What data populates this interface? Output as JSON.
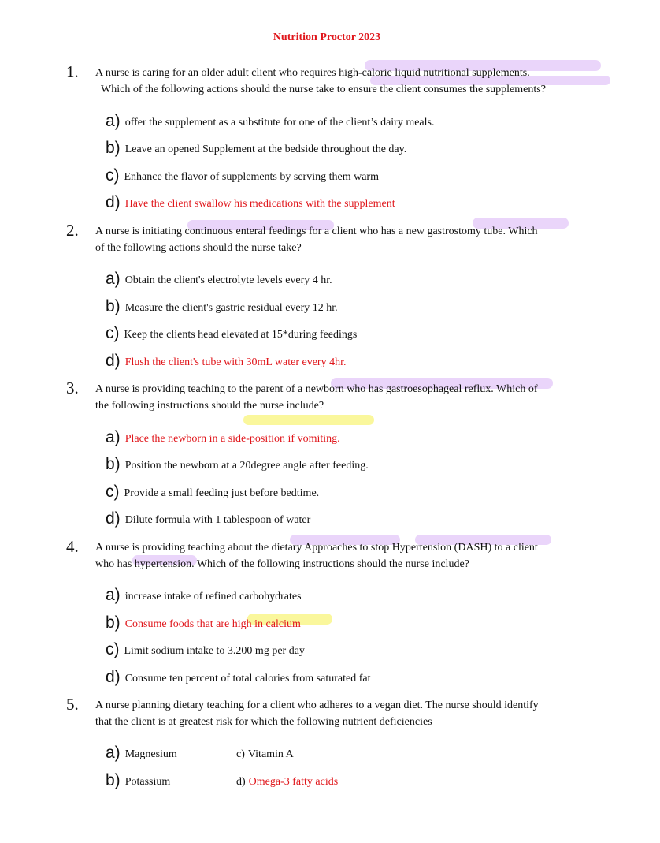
{
  "document": {
    "title": "Nutrition Proctor 2023",
    "accent_color": "#e0161b",
    "highlight_colors": {
      "purple": "#d9b3f5",
      "yellow": "#f5f04a"
    }
  },
  "questions": [
    {
      "number": "1.",
      "line1": "A nurse is caring for an older adult client who requires high-calorie liquid nutritional supplements.",
      "line2": "Which of the following actions should the nurse take to ensure the client consumes the supplements?",
      "options": [
        {
          "letter": "a)",
          "text": "offer the supplement as a substitute for one of the client’s dairy meals."
        },
        {
          "letter": "b)",
          "text": "Leave an opened Supplement at the bedside throughout the day."
        },
        {
          "letter": "c)",
          "text": "Enhance the flavor of supplements by serving them warm"
        },
        {
          "letter": "d)",
          "text": "Have the client swallow his medications with the supplement",
          "correct": true
        }
      ]
    },
    {
      "number": "2.",
      "line1": "A nurse is initiating continuous enteral feedings for a client who has a new gastrostomy tube. Which",
      "line2": "of the following actions should the nurse take?",
      "options": [
        {
          "letter": "a)",
          "text": "Obtain the client's electrolyte levels every 4 hr."
        },
        {
          "letter": "b)",
          "text": "Measure the client's gastric residual every 12 hr."
        },
        {
          "letter": "c)",
          "text": "Keep the clients head elevated at 15*during feedings"
        },
        {
          "letter": "d)",
          "text": "Flush the client's tube with 30mL water every 4hr.",
          "correct": true
        }
      ]
    },
    {
      "number": "3.",
      "line1": "A nurse is providing teaching to the parent of a newborn who has gastroesophageal reflux. Which of",
      "line2": "the following instructions should the nurse include?",
      "options": [
        {
          "letter": "a)",
          "text": "Place the newborn in a side-position if vomiting.",
          "correct": true
        },
        {
          "letter": "b)",
          "text": "Position the newborn at a 20degree angle after feeding."
        },
        {
          "letter": "c)",
          "text": "Provide a small feeding just before bedtime."
        },
        {
          "letter": "d)",
          "text": "Dilute formula with 1 tablespoon of water"
        }
      ]
    },
    {
      "number": "4.",
      "line1": "A nurse is providing teaching about the dietary Approaches to stop Hypertension (DASH) to a client",
      "line2": "who has hypertension. Which of the following instructions should the nurse include?",
      "options": [
        {
          "letter": "a)",
          "text": "increase intake of refined carbohydrates"
        },
        {
          "letter": "b)",
          "text": "Consume foods that are high in calcium",
          "correct": true
        },
        {
          "letter": "c)",
          "text": "Limit sodium intake to 3.200 mg per day"
        },
        {
          "letter": "d)",
          "text": "Consume ten percent of total calories from saturated fat"
        }
      ]
    },
    {
      "number": "5.",
      "line1": "A nurse planning dietary teaching for a client who adheres to a vegan diet. The nurse should identify",
      "line2": "that the client is at greatest risk for which the following nutrient deficiencies",
      "options": [
        {
          "letter": "a)",
          "text": "Magnesium"
        },
        {
          "letter": "b)",
          "text": "Potassium"
        }
      ],
      "options_col2": [
        {
          "letter": "c)",
          "text": "Vitamin A"
        },
        {
          "letter": "d)",
          "text": "Omega-3 fatty acids",
          "correct": true
        }
      ]
    }
  ]
}
